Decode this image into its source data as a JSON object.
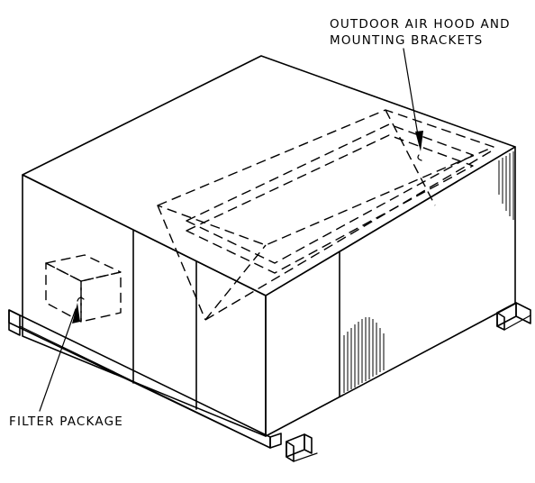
{
  "labels": {
    "hood_line1": "OUTDOOR AIR HOOD AND",
    "hood_line2": "MOUNTING BRACKETS",
    "filter": "FILTER PACKAGE"
  }
}
